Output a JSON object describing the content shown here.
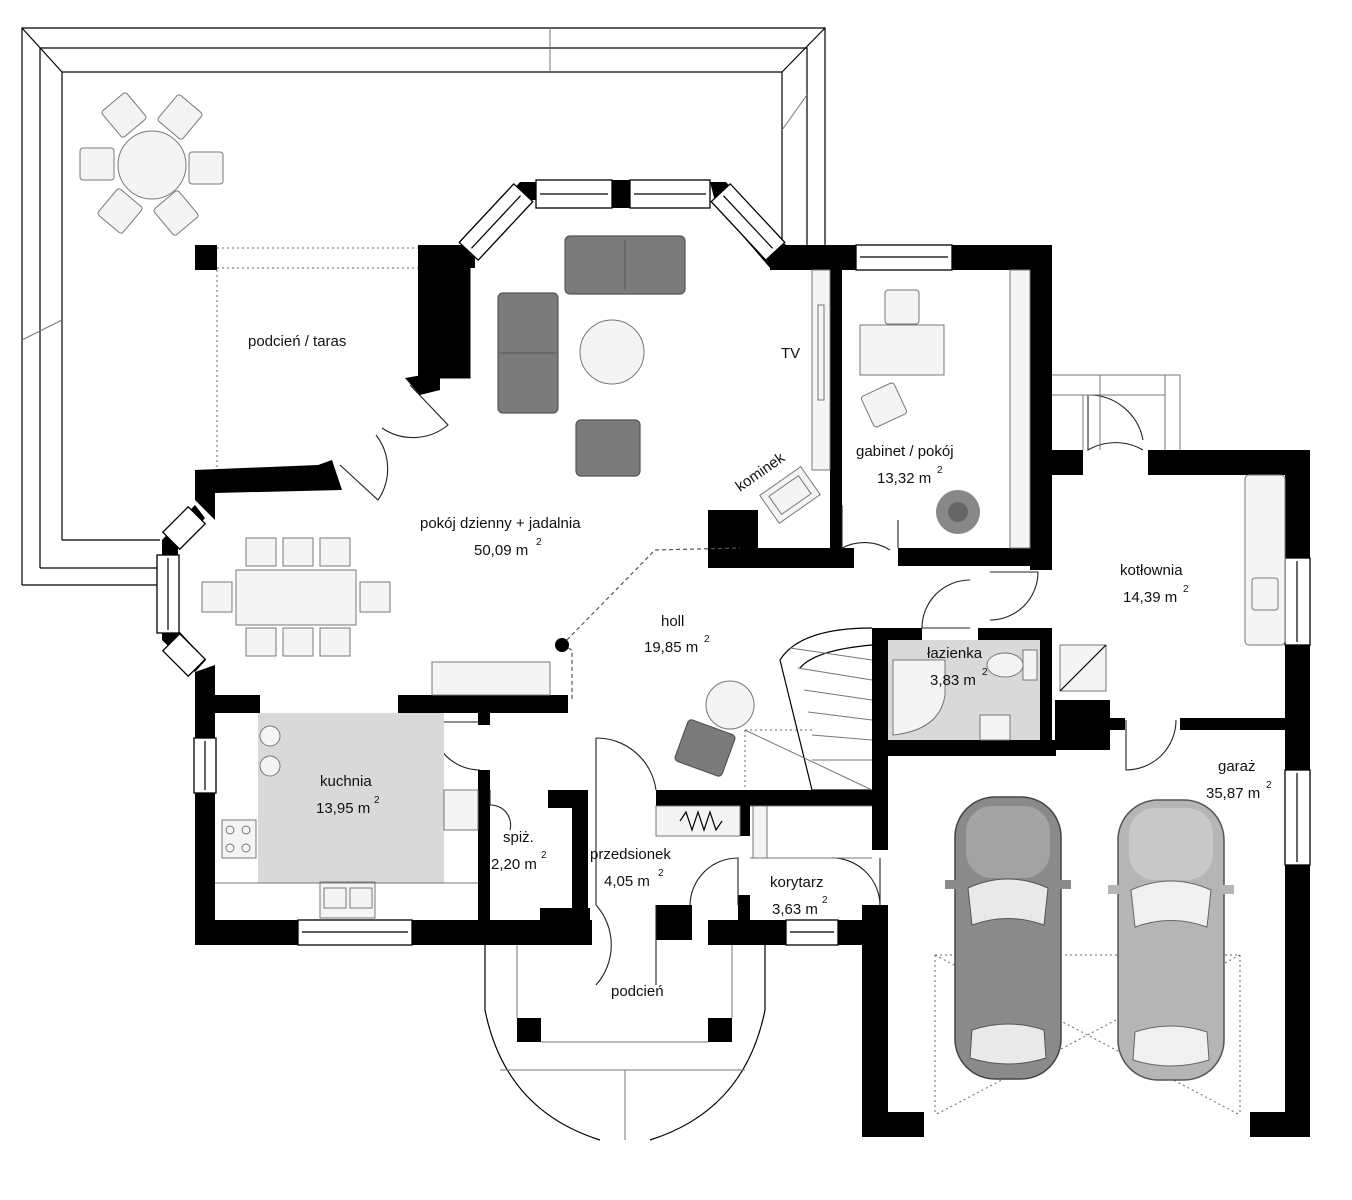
{
  "plan": {
    "rooms": [
      {
        "id": "podcien-taras",
        "name": "podcień / taras",
        "area": ""
      },
      {
        "id": "pokoj-dzienny",
        "name": "pokój dzienny + jadalnia",
        "area": "50,09 m"
      },
      {
        "id": "holl",
        "name": "holl",
        "area": "19,85 m"
      },
      {
        "id": "gabinet",
        "name": "gabinet / pokój",
        "area": "13,32 m"
      },
      {
        "id": "kotlownia",
        "name": "kotłownia",
        "area": "14,39 m"
      },
      {
        "id": "lazienka",
        "name": "łazienka",
        "area": "3,83 m"
      },
      {
        "id": "kuchnia",
        "name": "kuchnia",
        "area": "13,95 m"
      },
      {
        "id": "spiz",
        "name": "spiż.",
        "area": "2,20 m"
      },
      {
        "id": "przedsionek",
        "name": "przedsionek",
        "area": "4,05 m"
      },
      {
        "id": "korytarz",
        "name": "korytarz",
        "area": "3,63 m"
      },
      {
        "id": "garaz",
        "name": "garaż",
        "area": "35,87 m"
      },
      {
        "id": "podcien",
        "name": "podcień",
        "area": ""
      }
    ],
    "area_superscript": "2",
    "annotations": {
      "tv": "TV",
      "kominek": "kominek"
    }
  }
}
